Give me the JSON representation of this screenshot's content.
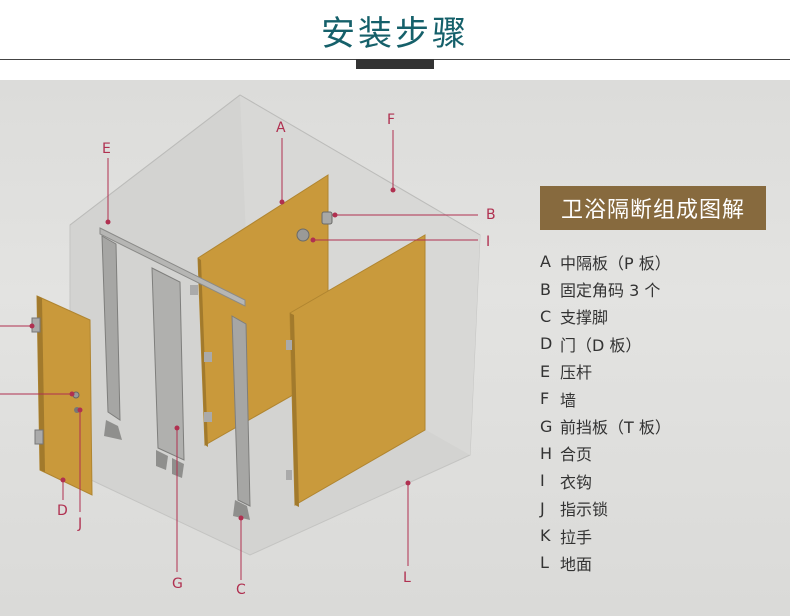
{
  "header": {
    "title": "安装步骤"
  },
  "legend": {
    "title": "卫浴隔断组成图解",
    "items": [
      {
        "key": "A",
        "text": "中隔板（P 板）"
      },
      {
        "key": "B",
        "text": "固定角码 3 个"
      },
      {
        "key": "C",
        "text": "支撑脚"
      },
      {
        "key": "D",
        "text": "门（D 板）"
      },
      {
        "key": "E",
        "text": "压杆"
      },
      {
        "key": "F",
        "text": "墙"
      },
      {
        "key": "G",
        "text": "前挡板（T 板）"
      },
      {
        "key": "H",
        "text": "合页"
      },
      {
        "key": "I",
        "text": "衣钩"
      },
      {
        "key": "J",
        "text": "指示锁"
      },
      {
        "key": "K",
        "text": "拉手"
      },
      {
        "key": "L",
        "text": "地面"
      }
    ]
  },
  "diagram_labels": {
    "A": "A",
    "B": "B",
    "C": "C",
    "D": "D",
    "E": "E",
    "F": "F",
    "G": "G",
    "I": "I",
    "J": "J",
    "L": "L"
  },
  "colors": {
    "header_text": "#15606a",
    "legend_bg": "#876a3e",
    "panel": "#c99a3c",
    "leader": "#b03050"
  }
}
